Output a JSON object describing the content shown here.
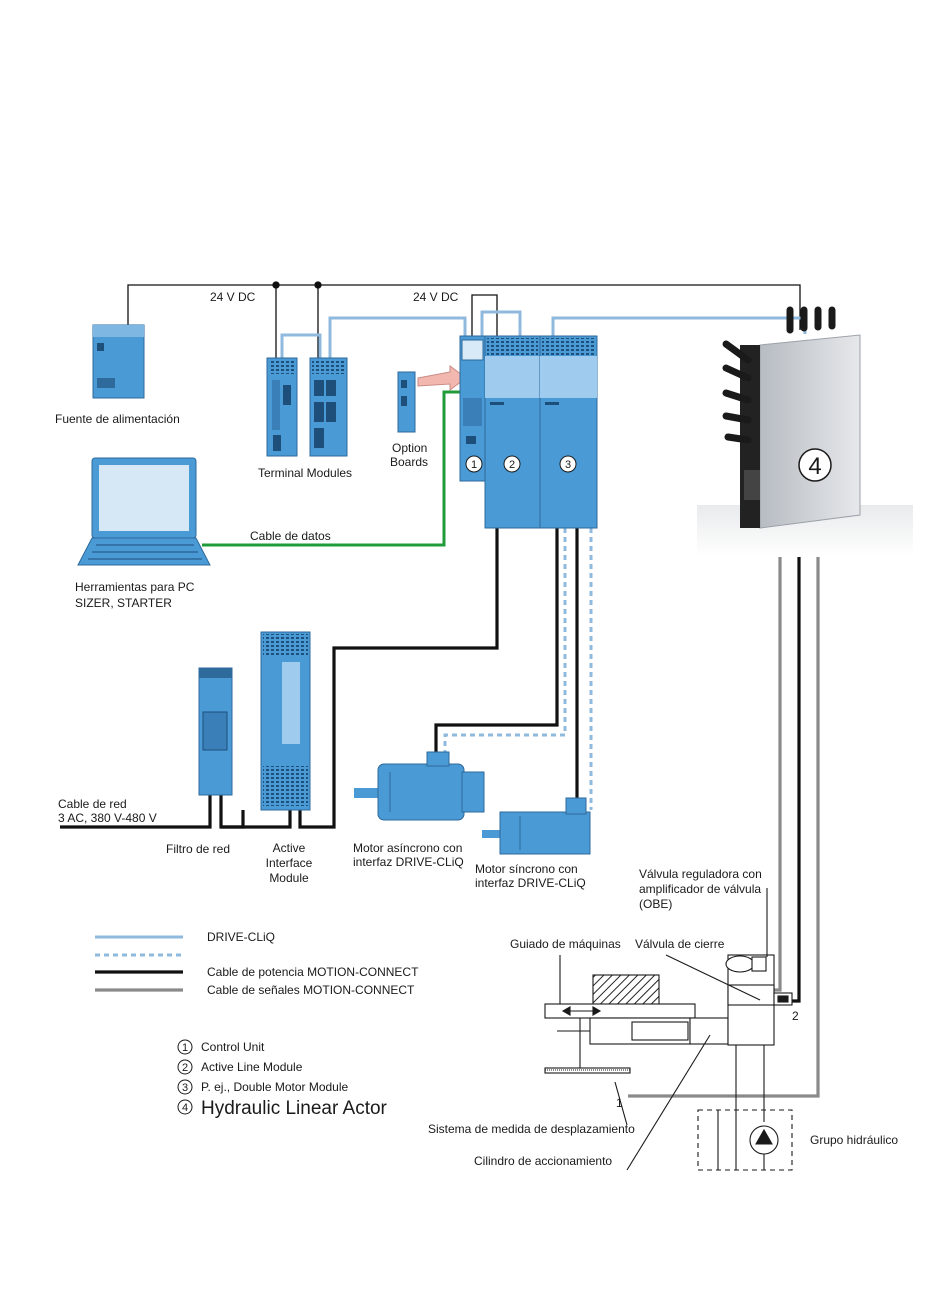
{
  "colors": {
    "drive_cliq": "#8fb9dd",
    "power_cable": "#111111",
    "signal_cable": "#8a8a8a",
    "data_cable": "#1f9b3a",
    "module_blue": "#4a9ad6",
    "module_light": "#9fcbee",
    "module_dark": "#3a7fb8"
  },
  "labels": {
    "v24_left": "24 V DC",
    "v24_right": "24 V DC",
    "power_supply": "Fuente de alimentación",
    "terminal_modules": "Terminal Modules",
    "option_boards_1": "Option",
    "option_boards_2": "Boards",
    "data_cable": "Cable de datos",
    "pc_tools_1": "Herramientas para PC",
    "pc_tools_2": "SIZER, STARTER",
    "mains_cable_1": "Cable de red",
    "mains_cable_2": "3 AC, 380 V-480 V",
    "line_filter": "Filtro de red",
    "aim_1": "Active",
    "aim_2": "Interface",
    "aim_3": "Module",
    "async_motor_1": "Motor asíncrono con",
    "async_motor_2": "interfaz DRIVE-CLiQ",
    "sync_motor_1": "Motor síncrono con",
    "sync_motor_2": "interfaz DRIVE-CLiQ",
    "valve_amp_1": "Válvula reguladora con",
    "valve_amp_2": "amplificador de válvula",
    "valve_amp_3": "(OBE)",
    "machine_guide": "Guiado de máquinas",
    "shutoff_valve": "Válvula de cierre",
    "measuring_system": "Sistema de medida de desplazamiento",
    "drive_cylinder": "Cilindro de accionamiento",
    "hydraulic_group": "Grupo hidráulico",
    "conn_1": "1",
    "conn_2": "2"
  },
  "module_numbers": {
    "cu": "1",
    "alm": "2",
    "mm": "3",
    "hla": "4"
  },
  "legend": {
    "lines": [
      {
        "text": "DRIVE-CLiQ"
      },
      {
        "text": ""
      },
      {
        "text": "Cable de potencia MOTION-CONNECT"
      },
      {
        "text": "Cable de señales MOTION-CONNECT"
      }
    ],
    "items": [
      {
        "num": "1",
        "text": "Control Unit"
      },
      {
        "num": "2",
        "text": "Active Line Module"
      },
      {
        "num": "3",
        "text": "P. ej., Double Motor Module"
      },
      {
        "num": "4",
        "text": "Hydraulic Linear Actor"
      }
    ]
  }
}
